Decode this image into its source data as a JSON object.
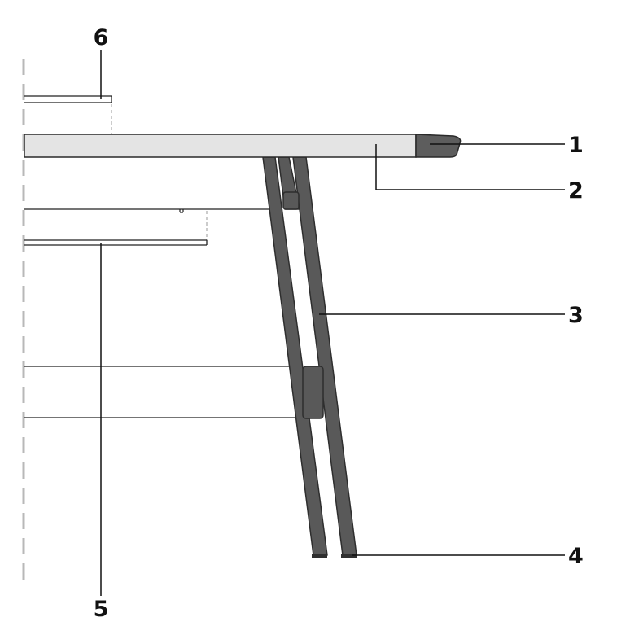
{
  "diagram": {
    "callouts": [
      {
        "id": "1",
        "label": "1"
      },
      {
        "id": "2",
        "label": "2"
      },
      {
        "id": "3",
        "label": "3"
      },
      {
        "id": "4",
        "label": "4"
      },
      {
        "id": "5",
        "label": "5"
      },
      {
        "id": "6",
        "label": "6"
      }
    ]
  },
  "colors": {
    "tabletop": "#e4e4e4",
    "frame": "#595959",
    "frame_dark": "#3a3a3a",
    "edge_cap": "#5d5d5d",
    "centerline": "#b8b8b8",
    "line": "#222222"
  }
}
